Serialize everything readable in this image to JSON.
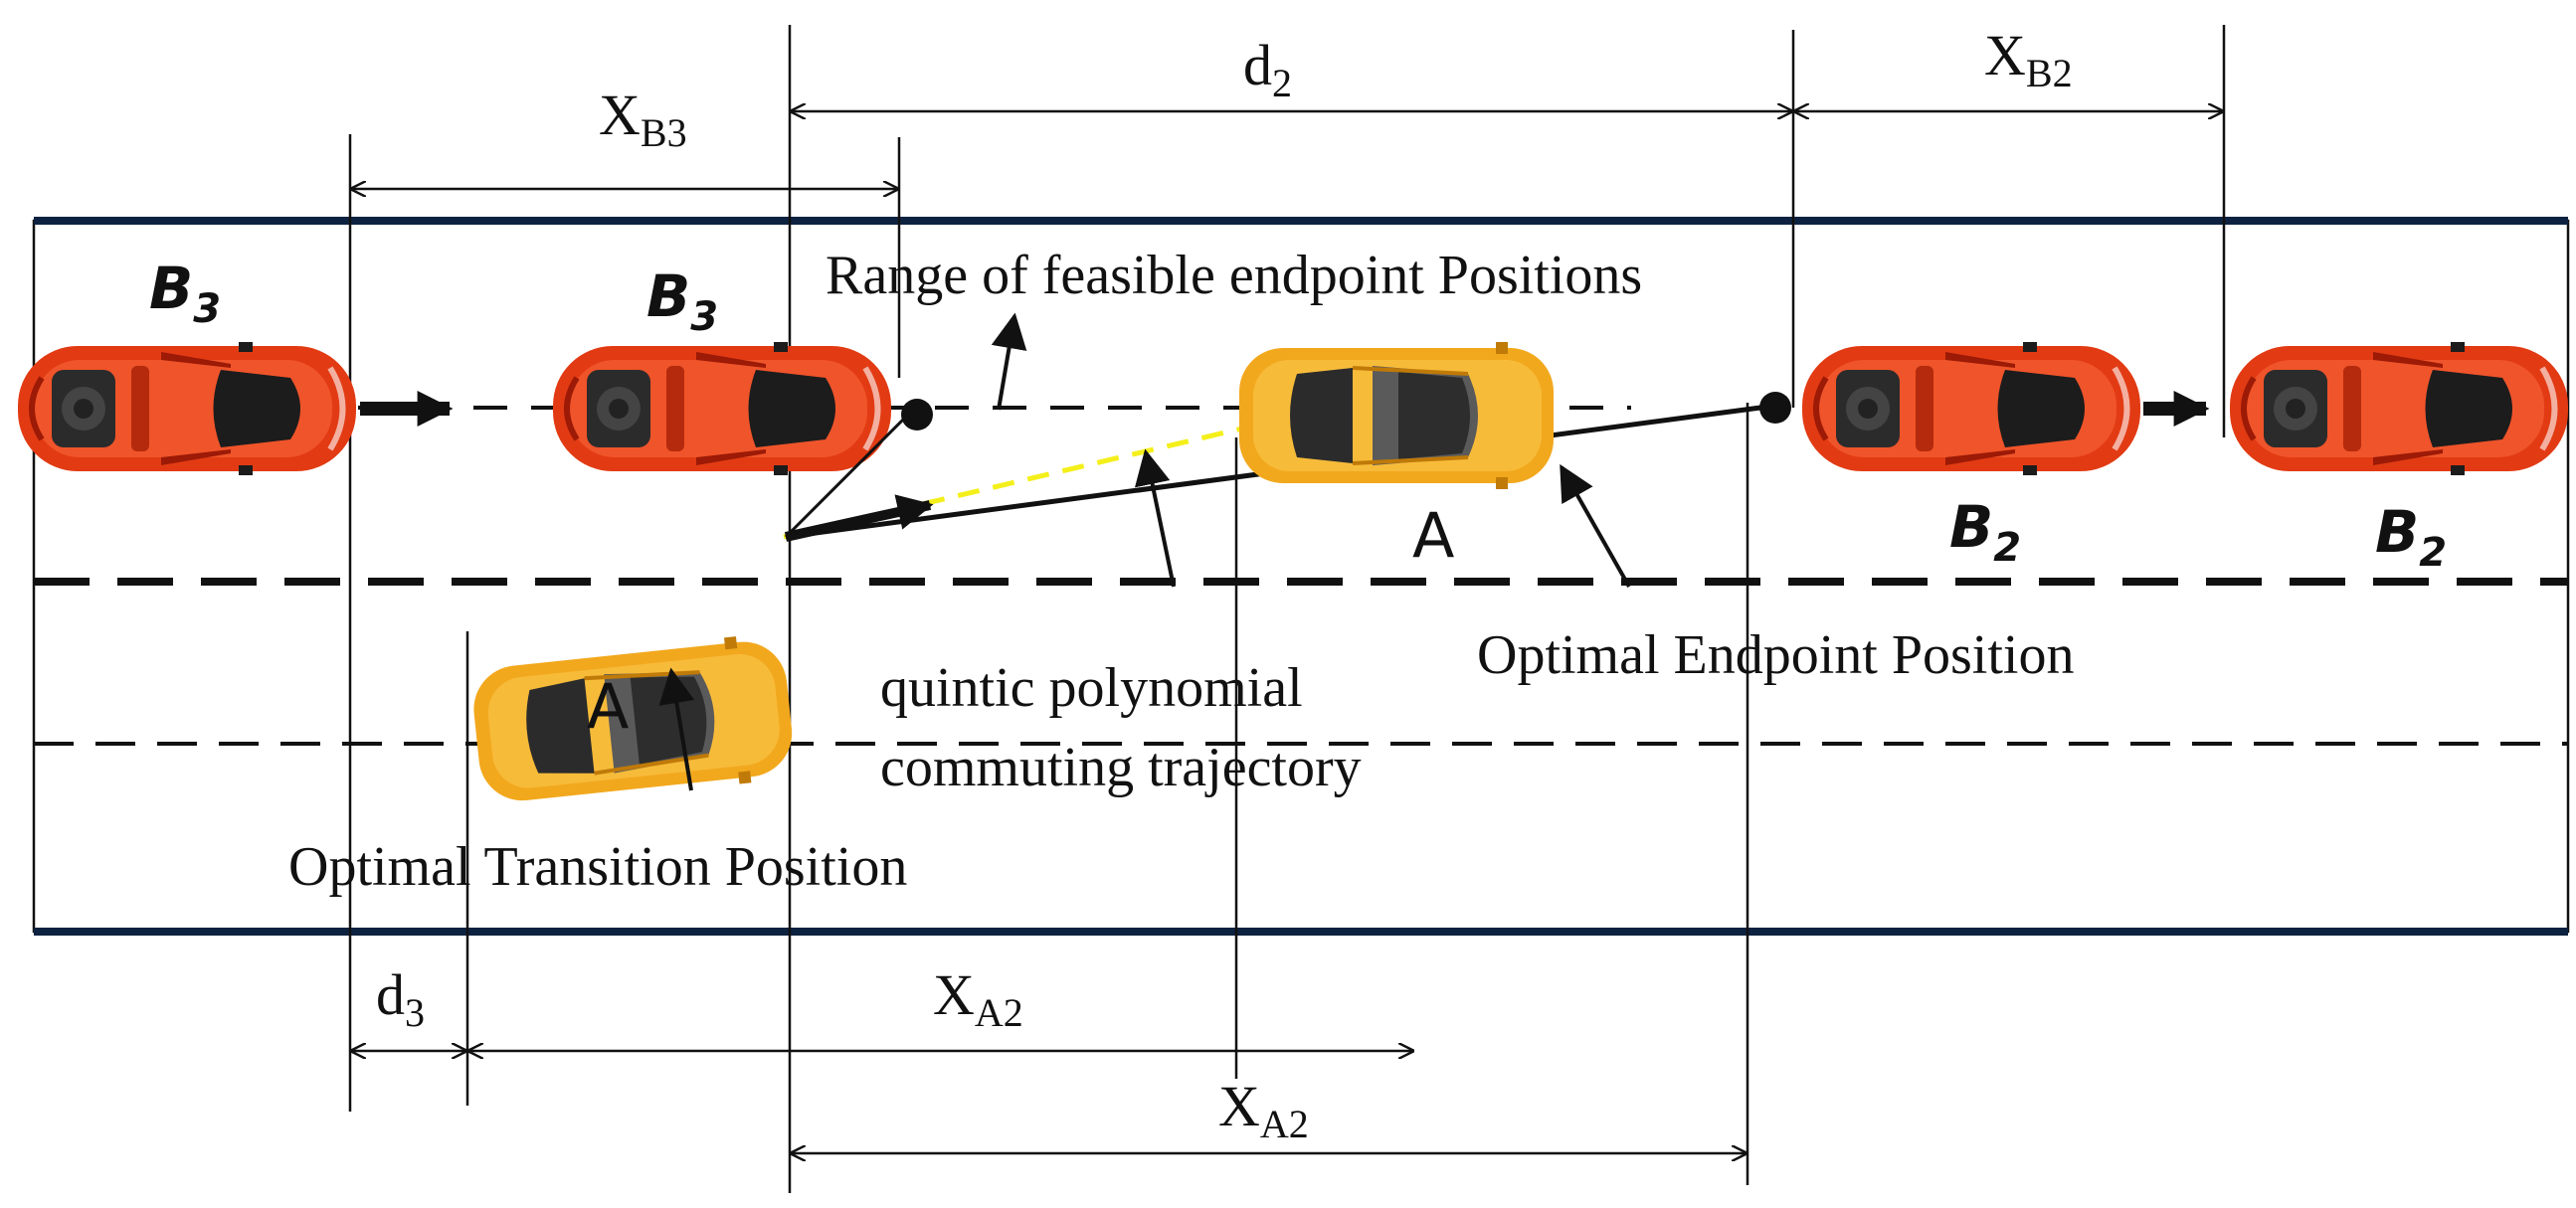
{
  "annotations": {
    "range_label": "Range of feasible endpoint Positions",
    "trajectory_line1": "quintic polynomial",
    "trajectory_line2": "commuting trajectory",
    "transition_label": "Optimal Transition Position",
    "endpoint_label": "Optimal Endpoint Position"
  },
  "dimensions": {
    "d2": {
      "main": "d",
      "sub": "2"
    },
    "xb3": {
      "main": "X",
      "sub": "B3"
    },
    "xb2": {
      "main": "X",
      "sub": "B2"
    },
    "d3": {
      "main": "d",
      "sub": "3"
    },
    "xa2_upper": {
      "main": "X",
      "sub": "A2"
    },
    "xa2_lower": {
      "main": "X",
      "sub": "A2"
    }
  },
  "vehicles": {
    "b3_left": {
      "main": "B",
      "sub": "3"
    },
    "b3_mid": {
      "main": "B",
      "sub": "3"
    },
    "b2_mid": {
      "main": "B",
      "sub": "2"
    },
    "b2_right": {
      "main": "B",
      "sub": "2"
    },
    "a_start": "A",
    "a_end": "A"
  },
  "colors": {
    "red_car": "#e23b14",
    "red_car_dark": "#9c1a06",
    "yellow_car": "#f2a81d",
    "yellow_car_dark": "#c07a08",
    "road_border": "#0d2240",
    "trajectory_yellow": "#f4ef1a"
  },
  "icons": {
    "red_vehicle": "red-car-icon",
    "yellow_vehicle": "yellow-car-icon"
  }
}
